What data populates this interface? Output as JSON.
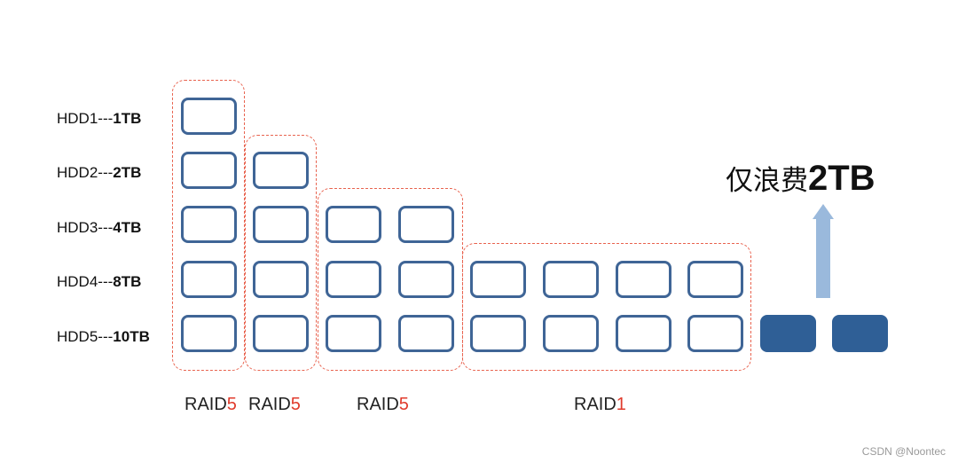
{
  "drives": [
    {
      "name": "HDD1---",
      "size": "1TB"
    },
    {
      "name": "HDD2---",
      "size": "2TB"
    },
    {
      "name": "HDD3---",
      "size": "4TB"
    },
    {
      "name": "HDD4---",
      "size": "8TB"
    },
    {
      "name": "HDD5---",
      "size": "10TB"
    }
  ],
  "raid_groups": [
    {
      "prefix": "RAID",
      "level": "5"
    },
    {
      "prefix": "RAID",
      "level": "5"
    },
    {
      "prefix": "RAID",
      "level": "5"
    },
    {
      "prefix": "RAID",
      "level": "1"
    }
  ],
  "waste_note": {
    "prefix": "仅浪费",
    "amount": "2TB"
  },
  "colors": {
    "block_border": "#3f6596",
    "wasted_fill": "#2f5f96",
    "group_outline": "#e8634f",
    "raid_level": "#e03b2c",
    "arrow": "#9ab9dc"
  },
  "watermark": "CSDN @Noontec"
}
